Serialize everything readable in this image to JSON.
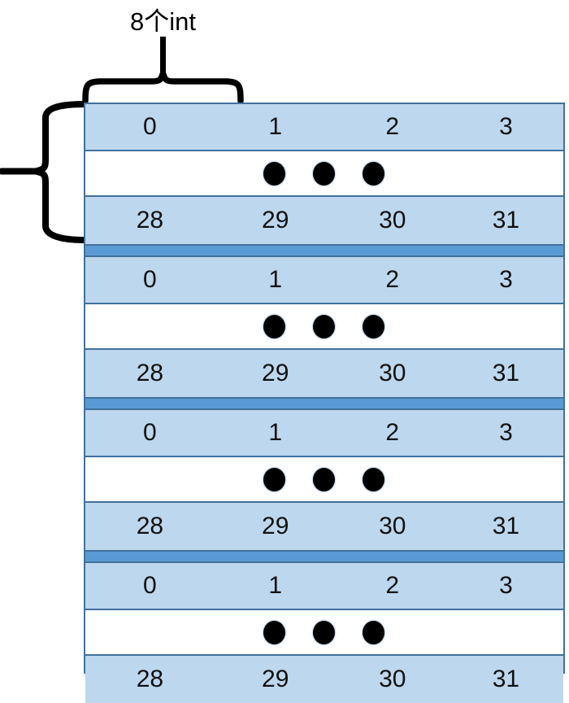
{
  "diagram": {
    "title_label": "8个int",
    "top_brace": {
      "name": "top-brace",
      "spans_columns": 4,
      "label": "8个int"
    },
    "left_brace": {
      "name": "left-brace",
      "label": "",
      "spans_block_index": 0
    },
    "colors": {
      "cell_fill": "#BDD7EE",
      "separator_fill": "#5B9BD5",
      "border": "#41719C",
      "dot_fill": "#000000",
      "background": "#FFFFFF",
      "text": "#111111"
    },
    "ellipsis": {
      "dot_count": 3,
      "glyph": "ellipsis-dots"
    },
    "blocks": [
      {
        "id": "block-0",
        "top_row": [
          "0",
          "1",
          "2",
          "3"
        ],
        "dots_row": [
          "dot",
          "dot",
          "dot"
        ],
        "bottom_row": [
          "28",
          "29",
          "30",
          "31"
        ]
      },
      {
        "id": "block-1",
        "top_row": [
          "0",
          "1",
          "2",
          "3"
        ],
        "dots_row": [
          "dot",
          "dot",
          "dot"
        ],
        "bottom_row": [
          "28",
          "29",
          "30",
          "31"
        ]
      },
      {
        "id": "block-2",
        "top_row": [
          "0",
          "1",
          "2",
          "3"
        ],
        "dots_row": [
          "dot",
          "dot",
          "dot"
        ],
        "bottom_row": [
          "28",
          "29",
          "30",
          "31"
        ]
      },
      {
        "id": "block-3",
        "top_row": [
          "0",
          "1",
          "2",
          "3"
        ],
        "dots_row": [
          "dot",
          "dot",
          "dot"
        ],
        "bottom_row": [
          "28",
          "29",
          "30",
          "31"
        ]
      }
    ]
  }
}
